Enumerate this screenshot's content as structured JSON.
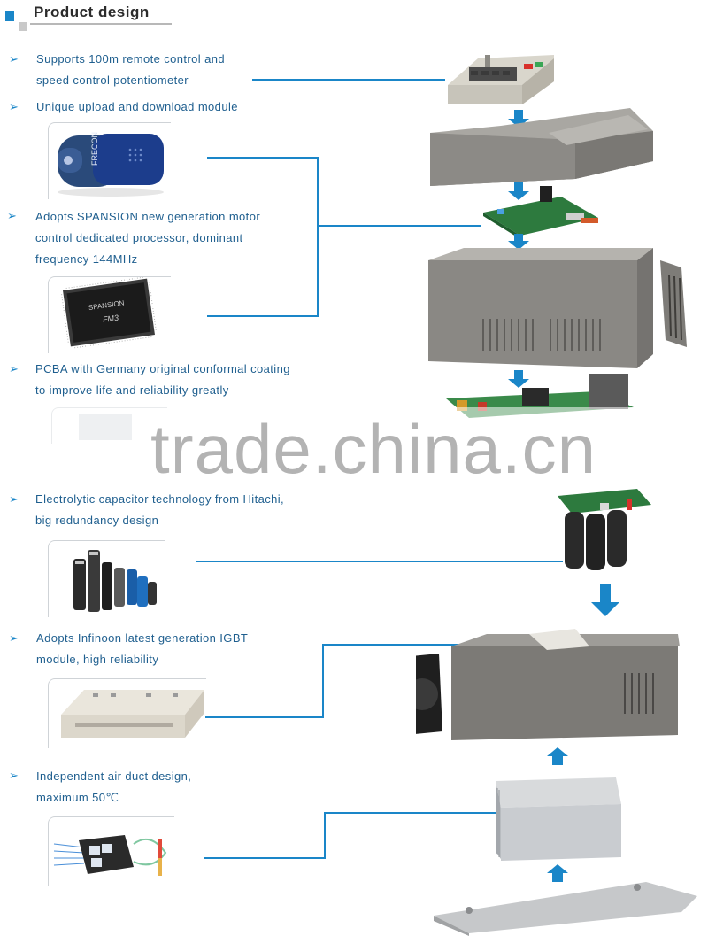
{
  "header": {
    "title": "Product design"
  },
  "features": [
    {
      "arrow": "➢",
      "lines": [
        "Supports 100m remote control and",
        "speed control potentiometer"
      ]
    },
    {
      "arrow": "➢",
      "lines": [
        "Unique upload and download module"
      ]
    },
    {
      "arrow": "➢",
      "lines": [
        "Adopts SPANSION new generation motor",
        "control dedicated processor, dominant",
        "frequency 144MHz"
      ]
    },
    {
      "arrow": "➢",
      "lines": [
        "PCBA with Germany original conformal coating",
        "to improve life and reliability greatly"
      ]
    },
    {
      "arrow": "➢",
      "lines": [
        "Electrolytic capacitor technology from Hitachi,",
        "big redundancy design"
      ]
    },
    {
      "arrow": "➢",
      "lines": [
        "Adopts Infinoon latest generation IGBT",
        "module, high reliability"
      ]
    },
    {
      "arrow": "➢",
      "lines": [
        "Independent air duct design,",
        "maximum 50℃"
      ]
    }
  ],
  "photo_labels": {
    "usb_module": "FRECON",
    "chip_brand": "SPANSION",
    "chip_model": "FM3"
  },
  "watermark": "trade.china.cn",
  "colors": {
    "accent": "#1a86c8",
    "text": "#1f5f8f",
    "housing": "#8a8a88"
  }
}
